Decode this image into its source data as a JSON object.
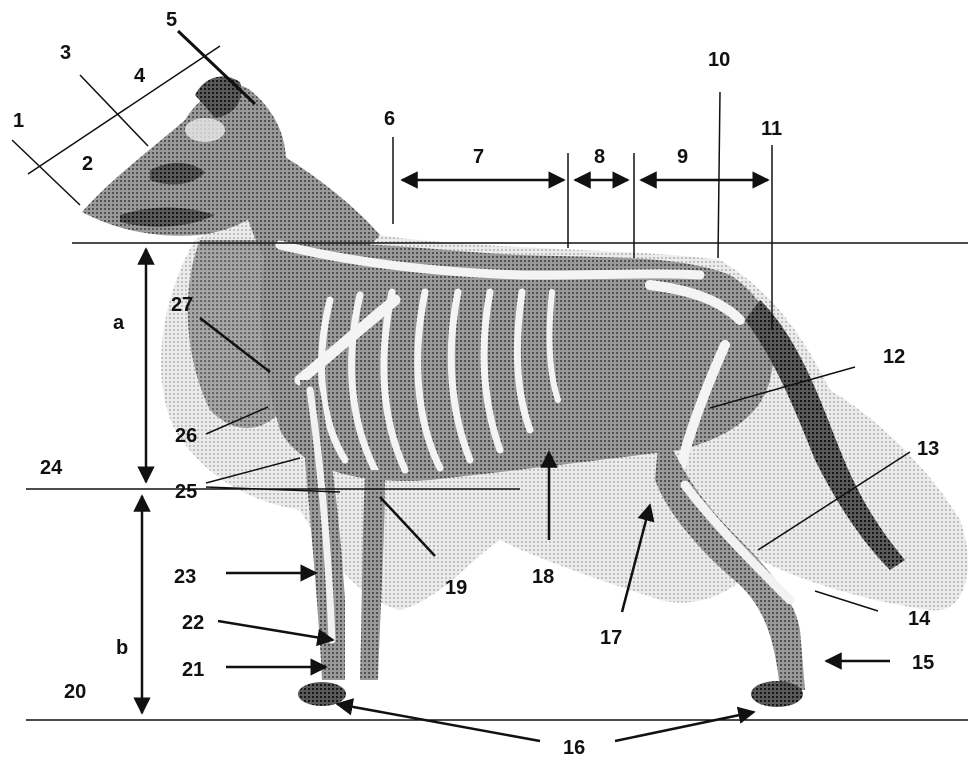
{
  "labels": {
    "l1": "1",
    "l2": "2",
    "l3": "3",
    "l4": "4",
    "l5": "5",
    "l6": "6",
    "l7": "7",
    "l8": "8",
    "l9": "9",
    "l10": "10",
    "l11": "11",
    "l12": "12",
    "l13": "13",
    "l14": "14",
    "l15": "15",
    "l16": "16",
    "l17": "17",
    "l18": "18",
    "l19": "19",
    "l20": "20",
    "l21": "21",
    "l22": "22",
    "l23": "23",
    "l24": "24",
    "l25": "25",
    "l26": "26",
    "l27": "27",
    "la": "a",
    "lb": "b"
  },
  "colors": {
    "ink": "#111111",
    "coat_dark": "#2b2b2b",
    "coat_mid": "#6a6a6a",
    "coat_light": "#bdbdbd",
    "bone": "#f2f2f2"
  }
}
